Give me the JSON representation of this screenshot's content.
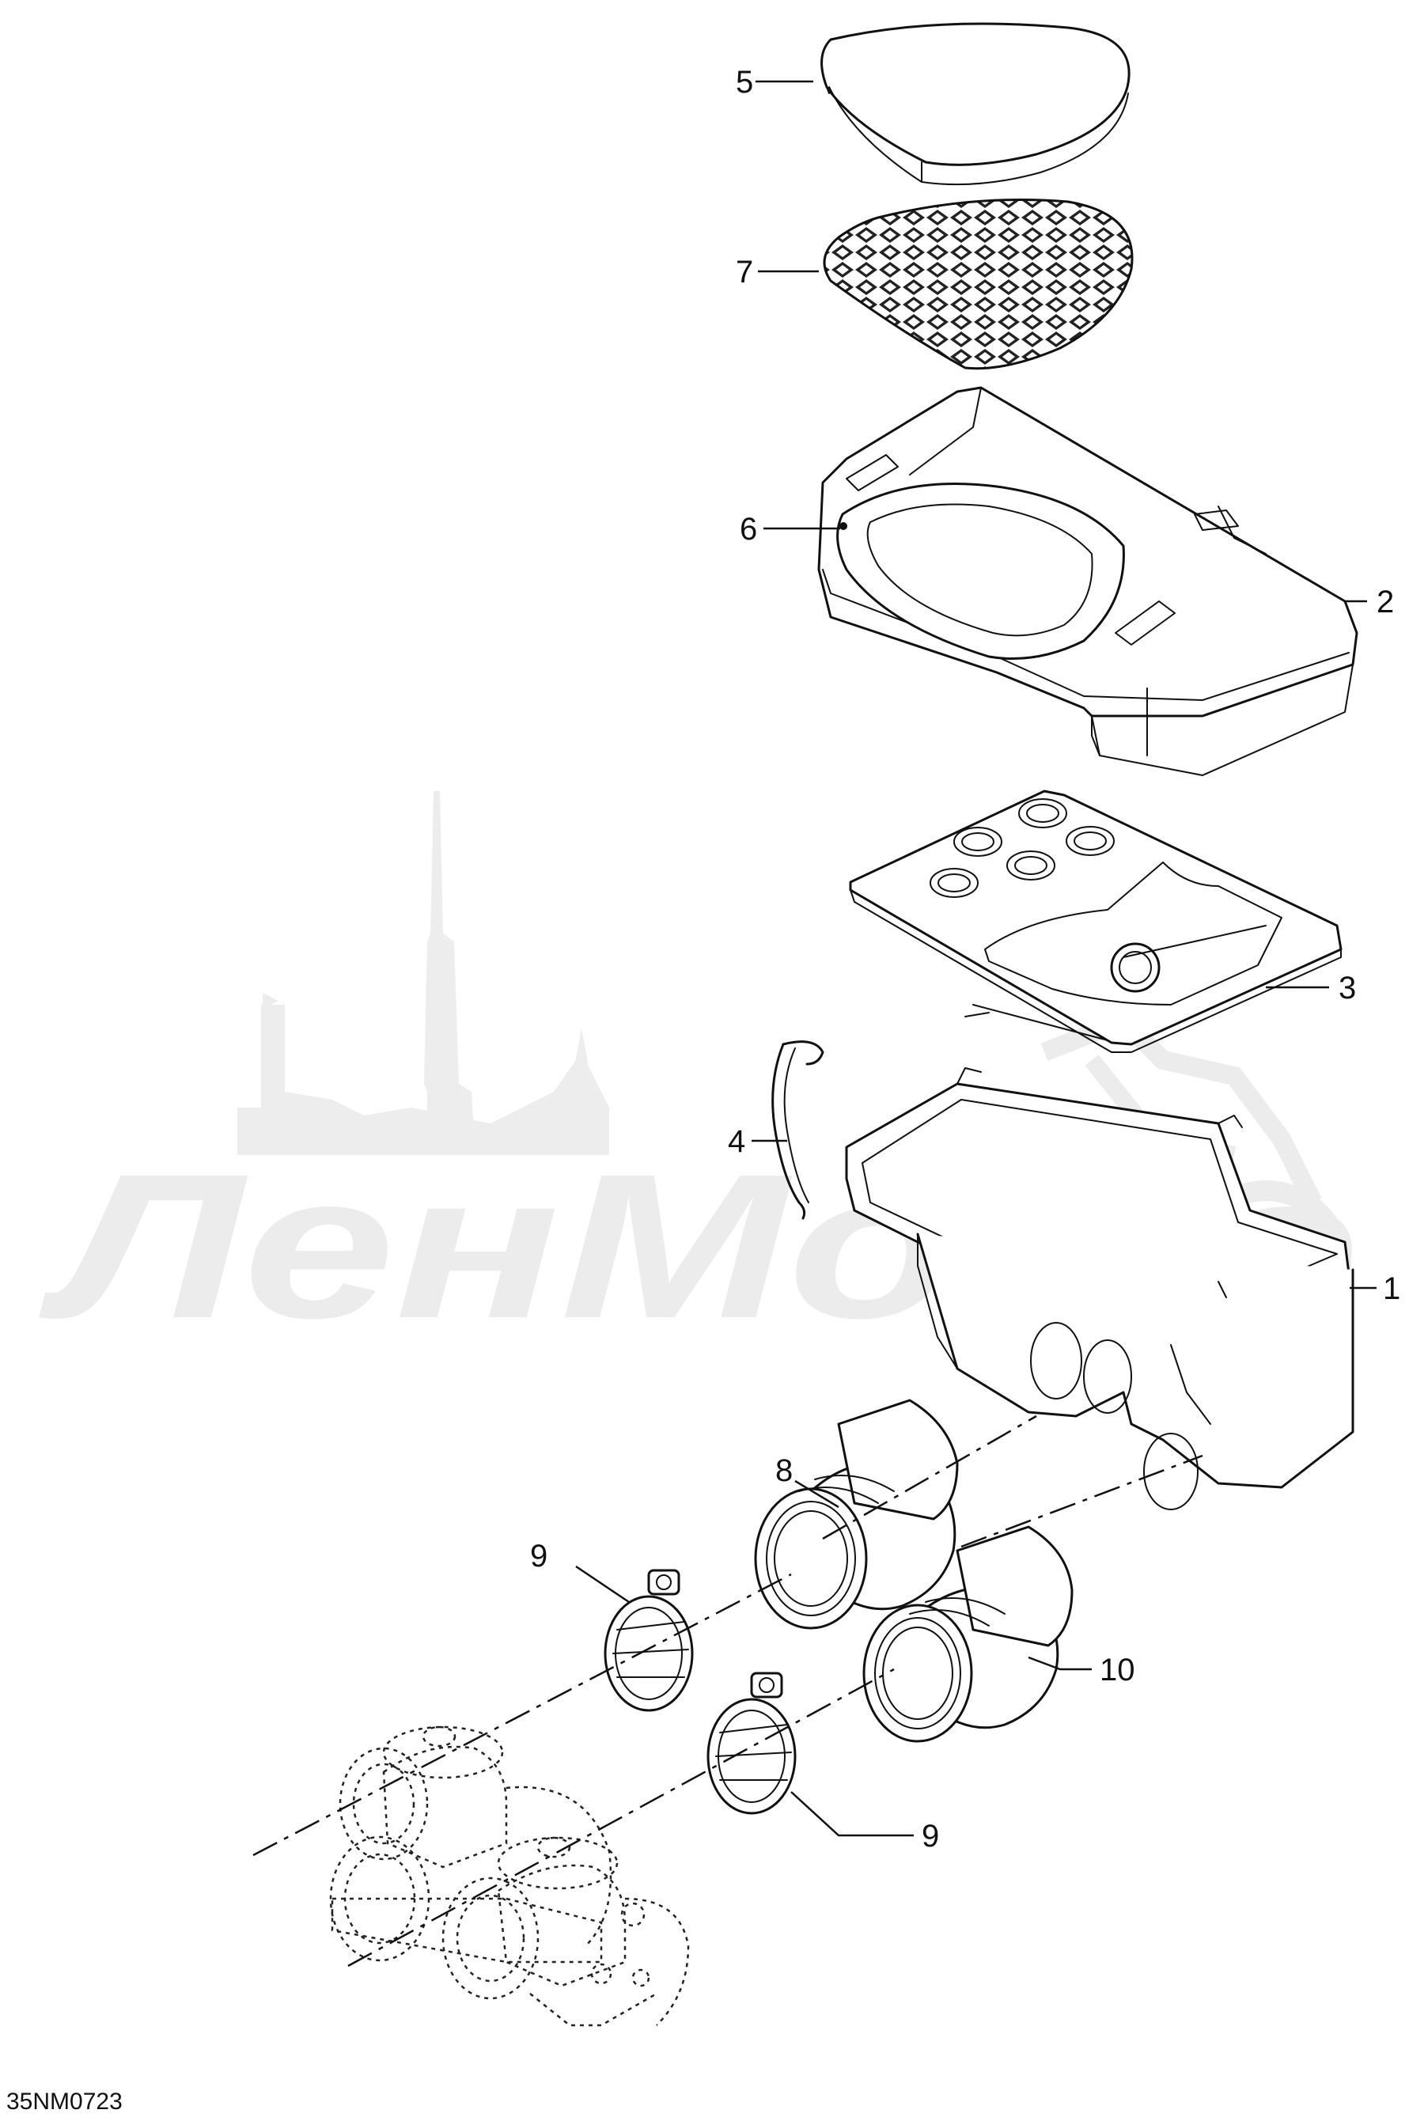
{
  "diagram": {
    "reference_code": "35NM0723",
    "watermark_text": "ЛенМото",
    "callouts": [
      {
        "id": "callout-5",
        "label": "5"
      },
      {
        "id": "callout-7",
        "label": "7"
      },
      {
        "id": "callout-6",
        "label": "6"
      },
      {
        "id": "callout-2",
        "label": "2"
      },
      {
        "id": "callout-3",
        "label": "3"
      },
      {
        "id": "callout-4",
        "label": "4"
      },
      {
        "id": "callout-1",
        "label": "1"
      },
      {
        "id": "callout-8",
        "label": "8"
      },
      {
        "id": "callout-9a",
        "label": "9"
      },
      {
        "id": "callout-10",
        "label": "10"
      },
      {
        "id": "callout-9b",
        "label": "9"
      }
    ]
  }
}
